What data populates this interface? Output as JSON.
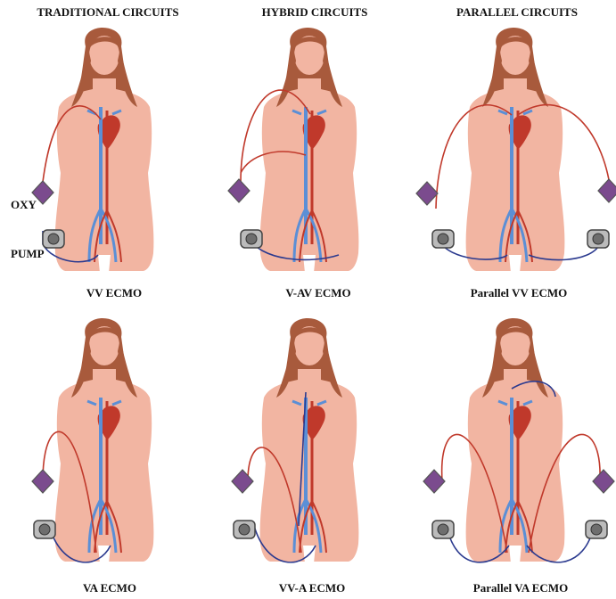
{
  "headers": {
    "traditional": "TRADITIONAL CIRCUITS",
    "hybrid": "HYBRID CIRCUITS",
    "parallel": "PARALLEL CIRCUITS"
  },
  "side_labels": {
    "oxy": "OXY",
    "pump": "PUMP"
  },
  "captions": {
    "vv": "VV ECMO",
    "vav": "V-AV ECMO",
    "parallel_vv": "Parallel VV ECMO",
    "va": "VA ECMO",
    "vva": "VV-A ECMO",
    "parallel_va": "Parallel VA ECMO"
  },
  "colors": {
    "skin": "#f2b5a2",
    "hair": "#a85a3c",
    "arterial": "#c0392b",
    "venous": "#2b3a8f",
    "vessel_blue": "#5b8fd6",
    "oxygenator": "#7b4b8e",
    "pump": "#6e6e6e"
  }
}
